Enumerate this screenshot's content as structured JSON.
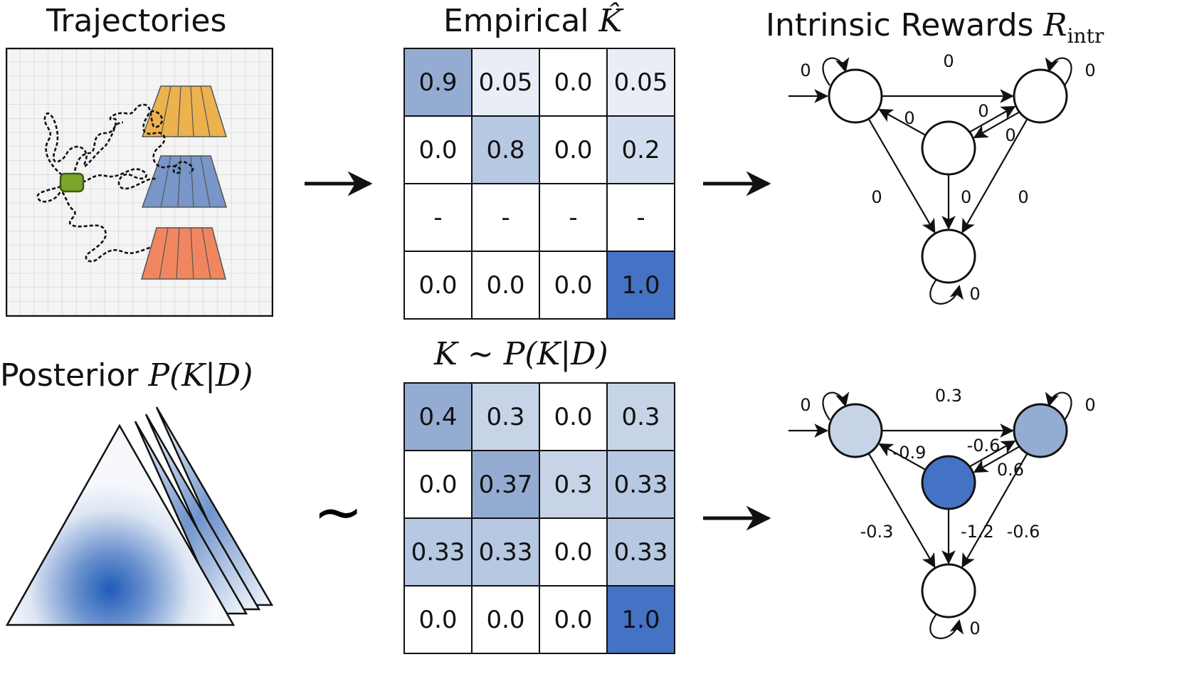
{
  "titles": {
    "trajectories": "Trajectories",
    "empirical_prefix": "Empirical",
    "empirical_symbol": "K̂",
    "rewards_prefix": "Intrinsic Rewards",
    "rewards_symbol": "R",
    "rewards_sub": "intr",
    "posterior_prefix": "Posterior",
    "posterior_symbol": "P(K|D)",
    "sample": "K ∼ P(K|D)"
  },
  "tilde": "∼",
  "colors": {
    "blue_dark": "#4472c4",
    "blue_mid": "#95acd2",
    "blue_light": "#c7d4e8",
    "blue_pale": "#e9eef6",
    "orange": "#ecb24e",
    "slate": "#7896c7",
    "coral": "#f08660",
    "green": "#7ba42b"
  },
  "matrix_top": {
    "rows": [
      [
        "0.9",
        "0.05",
        "0.0",
        "0.05"
      ],
      [
        "0.0",
        "0.8",
        "0.0",
        "0.2"
      ],
      [
        "-",
        "-",
        "-",
        "-"
      ],
      [
        "0.0",
        "0.0",
        "0.0",
        "1.0"
      ]
    ],
    "colors": [
      [
        "#95acd2",
        "#e9eef6",
        "#ffffff",
        "#e9eef6"
      ],
      [
        "#ffffff",
        "#b7c8e3",
        "#ffffff",
        "#d2deef"
      ],
      [
        "#ffffff",
        "#ffffff",
        "#ffffff",
        "#ffffff"
      ],
      [
        "#ffffff",
        "#ffffff",
        "#ffffff",
        "#4472c4"
      ]
    ]
  },
  "matrix_bottom": {
    "rows": [
      [
        "0.4",
        "0.3",
        "0.0",
        "0.3"
      ],
      [
        "0.0",
        "0.37",
        "0.3",
        "0.33"
      ],
      [
        "0.33",
        "0.33",
        "0.0",
        "0.33"
      ],
      [
        "0.0",
        "0.0",
        "0.0",
        "1.0"
      ]
    ],
    "colors": [
      [
        "#95acd2",
        "#c7d4e8",
        "#ffffff",
        "#c7d4e8"
      ],
      [
        "#ffffff",
        "#95acd2",
        "#c7d4e8",
        "#b7c8e3"
      ],
      [
        "#b7c8e3",
        "#b7c8e3",
        "#ffffff",
        "#b7c8e3"
      ],
      [
        "#ffffff",
        "#ffffff",
        "#ffffff",
        "#4472c4"
      ]
    ]
  },
  "graph_top": {
    "edge_labels": {
      "tl_tr": "0",
      "c_tl": "0",
      "c_tr": "0",
      "tr_c": "0",
      "tl_b": "0",
      "c_b": "0",
      "tr_b": "0",
      "self_tl": "0",
      "self_tr": "0",
      "self_b": "0"
    },
    "node_fills": {
      "tl": "#ffffff",
      "tr": "#ffffff",
      "c": "#ffffff",
      "b": "#ffffff"
    }
  },
  "graph_bottom": {
    "edge_labels": {
      "tl_tr": "0.3",
      "c_tl": "-0.9",
      "c_tr": "-0.6",
      "tr_c": "0.6",
      "tl_b": "-0.3",
      "c_b": "-1.2",
      "tr_b": "-0.6",
      "self_tl": "0",
      "self_tr": "0",
      "self_b": "0"
    },
    "node_fills": {
      "tl": "#c7d4e8",
      "tr": "#95acd2",
      "c": "#4472c4",
      "b": "#ffffff"
    }
  }
}
